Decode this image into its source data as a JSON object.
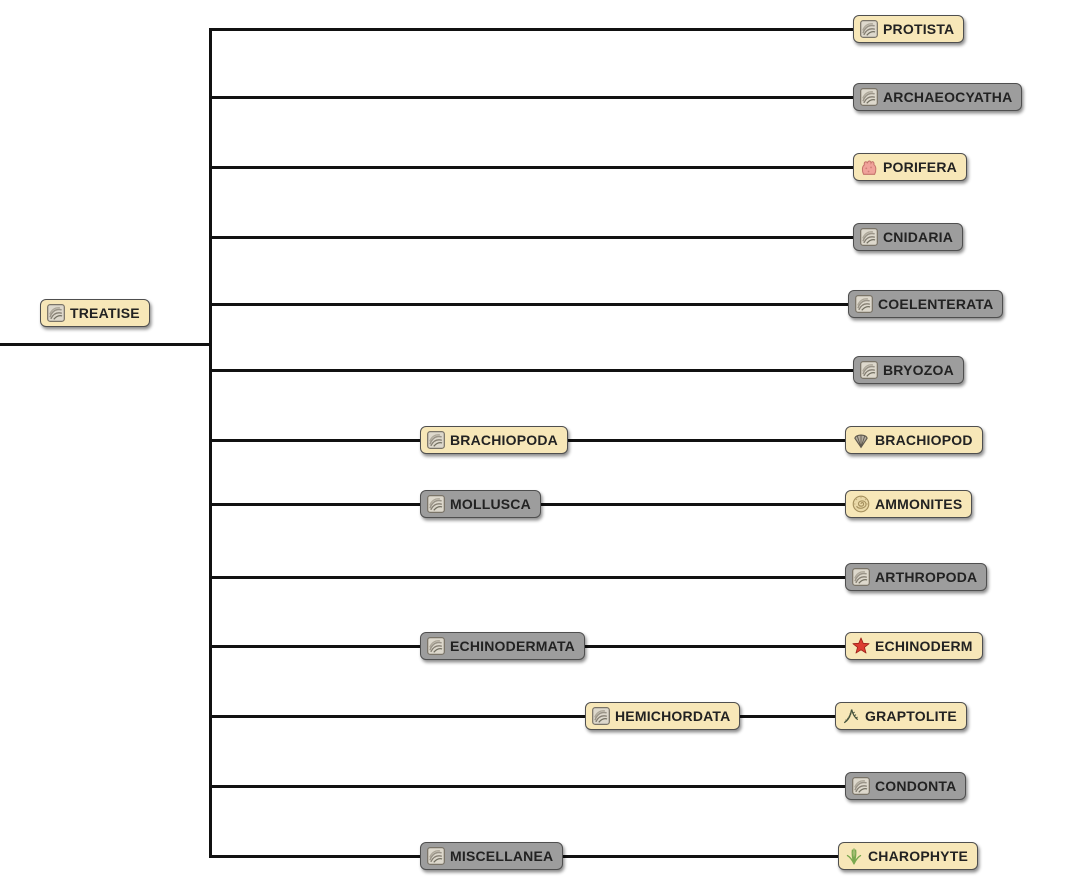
{
  "colors": {
    "background": "#ffffff",
    "edge": "#111111",
    "node_yellow_bg": "#f7e7b8",
    "node_gray_bg": "#9d9d9d",
    "node_border": "#4f4f4f",
    "node_text": "#222222",
    "starfish_red": "#dc3c30",
    "sponge_pink": "#f0a29a",
    "plant_green": "#79a84e",
    "ammonite_tan": "#ead9a8"
  },
  "nodes": {
    "treatise": {
      "label": "TREATISE",
      "icon": "fossil-icon",
      "variant": "yellow"
    },
    "protista": {
      "label": "PROTISTA",
      "icon": "fossil-icon",
      "variant": "yellow"
    },
    "archaeocyatha": {
      "label": "ARCHAEOCYATHA",
      "icon": "fossil-icon",
      "variant": "gray"
    },
    "porifera": {
      "label": "PORIFERA",
      "icon": "sponge-icon",
      "variant": "yellow"
    },
    "cnidaria": {
      "label": "CNIDARIA",
      "icon": "fossil-icon",
      "variant": "gray"
    },
    "coelenterata": {
      "label": "COELENTERATA",
      "icon": "fossil-icon",
      "variant": "gray"
    },
    "bryozoa": {
      "label": "BRYOZOA",
      "icon": "fossil-icon",
      "variant": "gray"
    },
    "brachiopoda": {
      "label": "BRACHIOPODA",
      "icon": "fossil-icon",
      "variant": "yellow"
    },
    "brachiopod": {
      "label": "BRACHIOPOD",
      "icon": "shell-icon",
      "variant": "yellow"
    },
    "mollusca": {
      "label": "MOLLUSCA",
      "icon": "fossil-icon",
      "variant": "gray"
    },
    "ammonites": {
      "label": "AMMONITES",
      "icon": "ammonite-icon",
      "variant": "yellow"
    },
    "arthropoda": {
      "label": "ARTHROPODA",
      "icon": "fossil-icon",
      "variant": "gray"
    },
    "echinodermata": {
      "label": "ECHINODERMATA",
      "icon": "fossil-icon",
      "variant": "gray"
    },
    "echinoderm": {
      "label": "ECHINODERM",
      "icon": "starfish-icon",
      "variant": "yellow"
    },
    "hemichordata": {
      "label": "HEMICHORDATA",
      "icon": "fossil-icon",
      "variant": "yellow"
    },
    "graptolite": {
      "label": "GRAPTOLITE",
      "icon": "graptolite-icon",
      "variant": "yellow"
    },
    "condonta": {
      "label": "CONDONTA",
      "icon": "fossil-icon",
      "variant": "gray"
    },
    "miscellanea": {
      "label": "MISCELLANEA",
      "icon": "fossil-icon",
      "variant": "gray"
    },
    "charophyte": {
      "label": "CHAROPHYTE",
      "icon": "plant-icon",
      "variant": "yellow"
    }
  },
  "hierarchy": {
    "root": "treatise",
    "children": {
      "treatise": [
        "protista",
        "archaeocyatha",
        "porifera",
        "cnidaria",
        "coelenterata",
        "bryozoa",
        "brachiopoda",
        "mollusca",
        "arthropoda",
        "echinodermata",
        "hemichordata",
        "condonta",
        "miscellanea"
      ],
      "brachiopoda": [
        "brachiopod"
      ],
      "mollusca": [
        "ammonites"
      ],
      "echinodermata": [
        "echinoderm"
      ],
      "hemichordata": [
        "graptolite"
      ],
      "miscellanea": [
        "charophyte"
      ]
    }
  }
}
